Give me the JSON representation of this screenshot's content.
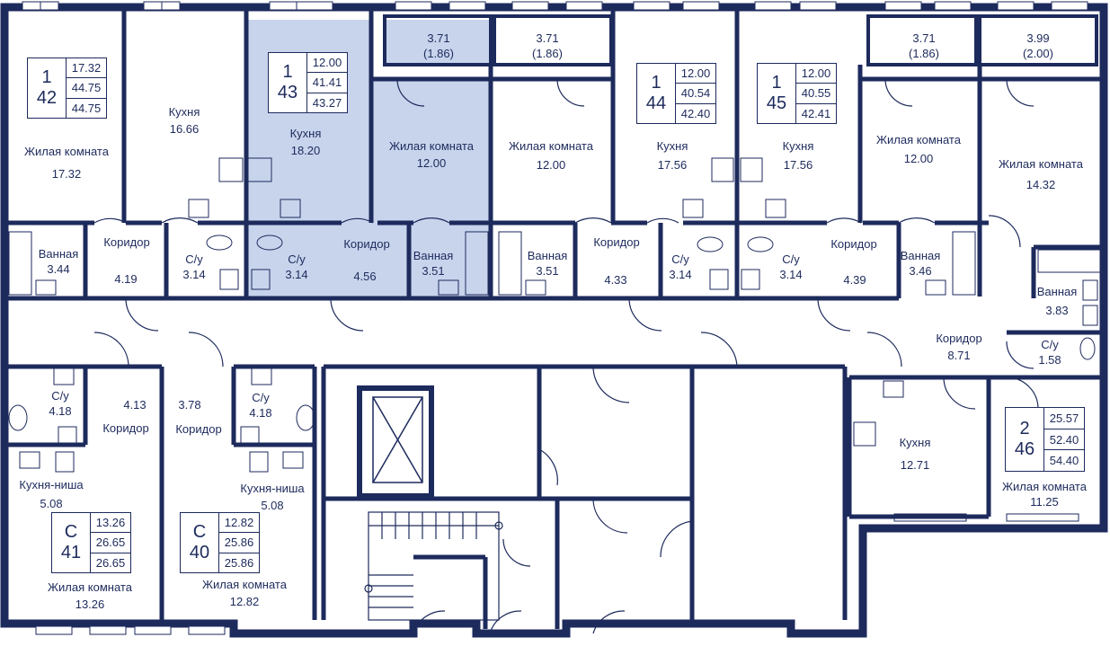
{
  "colors": {
    "wall": "#1d2a5c",
    "highlight": "#c8d4ec",
    "text": "#1d2a5c",
    "background": "#ffffff"
  },
  "apartments": [
    {
      "id": "apt-42",
      "type": "1",
      "number": "42",
      "areas": [
        "17.32",
        "44.75",
        "44.75"
      ]
    },
    {
      "id": "apt-43",
      "type": "1",
      "number": "43",
      "areas": [
        "12.00",
        "41.41",
        "43.27"
      ],
      "selected": true
    },
    {
      "id": "apt-44",
      "type": "1",
      "number": "44",
      "areas": [
        "12.00",
        "40.54",
        "42.40"
      ]
    },
    {
      "id": "apt-45",
      "type": "1",
      "number": "45",
      "areas": [
        "12.00",
        "40.55",
        "42.41"
      ]
    },
    {
      "id": "apt-46",
      "type": "2",
      "number": "46",
      "areas": [
        "25.57",
        "52.40",
        "54.40"
      ]
    },
    {
      "id": "apt-41",
      "type": "С",
      "number": "41",
      "areas": [
        "13.26",
        "26.65",
        "26.65"
      ]
    },
    {
      "id": "apt-40",
      "type": "С",
      "number": "40",
      "areas": [
        "12.82",
        "25.86",
        "25.86"
      ]
    }
  ],
  "rooms": [
    {
      "name": "Жилая комната",
      "area": "17.32"
    },
    {
      "name": "Кухня",
      "area": "16.66"
    },
    {
      "name": "Кухня",
      "area": "18.20"
    },
    {
      "name": "Жилая комната",
      "area": "12.00"
    },
    {
      "name": "Жилая комната",
      "area": "12.00"
    },
    {
      "name": "Кухня",
      "area": "17.56"
    },
    {
      "name": "Кухня",
      "area": "17.56"
    },
    {
      "name": "Жилая комната",
      "area": "12.00"
    },
    {
      "name": "Жилая комната",
      "area": "14.32"
    },
    {
      "name": "",
      "area": "3.71\n(1.86)"
    },
    {
      "name": "",
      "area": "3.71\n(1.86)"
    },
    {
      "name": "",
      "area": "3.71\n(1.86)"
    },
    {
      "name": "",
      "area": "3.99\n(2.00)"
    },
    {
      "name": "Ванная",
      "area": "3.44"
    },
    {
      "name": "Коридор",
      "area": ""
    },
    {
      "name": "",
      "area": "4.19"
    },
    {
      "name": "С/у",
      "area": "3.14"
    },
    {
      "name": "С/у",
      "area": "3.14"
    },
    {
      "name": "Коридор",
      "area": ""
    },
    {
      "name": "",
      "area": "4.56"
    },
    {
      "name": "Ванная",
      "area": "3.51"
    },
    {
      "name": "Ванная",
      "area": "3.51"
    },
    {
      "name": "Коридор",
      "area": ""
    },
    {
      "name": "",
      "area": "4.33"
    },
    {
      "name": "С/у",
      "area": "3.14"
    },
    {
      "name": "С/у",
      "area": "3.14"
    },
    {
      "name": "Коридор",
      "area": ""
    },
    {
      "name": "",
      "area": "4.39"
    },
    {
      "name": "Ванная",
      "area": "3.46"
    },
    {
      "name": "Ванная",
      "area": "3.83"
    },
    {
      "name": "Коридор",
      "area": "8.71"
    },
    {
      "name": "С/у",
      "area": "1.58"
    },
    {
      "name": "С/у",
      "area": "4.18"
    },
    {
      "name": "",
      "area": "4.13"
    },
    {
      "name": "Коридор",
      "area": ""
    },
    {
      "name": "",
      "area": "3.78"
    },
    {
      "name": "Коридор",
      "area": ""
    },
    {
      "name": "С/у",
      "area": "4.18"
    },
    {
      "name": "Кухня",
      "area": "12.71"
    },
    {
      "name": "Кухня-ниша",
      "area": "5.08"
    },
    {
      "name": "Кухня-ниша",
      "area": "5.08"
    },
    {
      "name": "Жилая комната",
      "area": "11.25"
    },
    {
      "name": "Жилая комната",
      "area": "13.26"
    },
    {
      "name": "Жилая комната",
      "area": "12.82"
    }
  ]
}
